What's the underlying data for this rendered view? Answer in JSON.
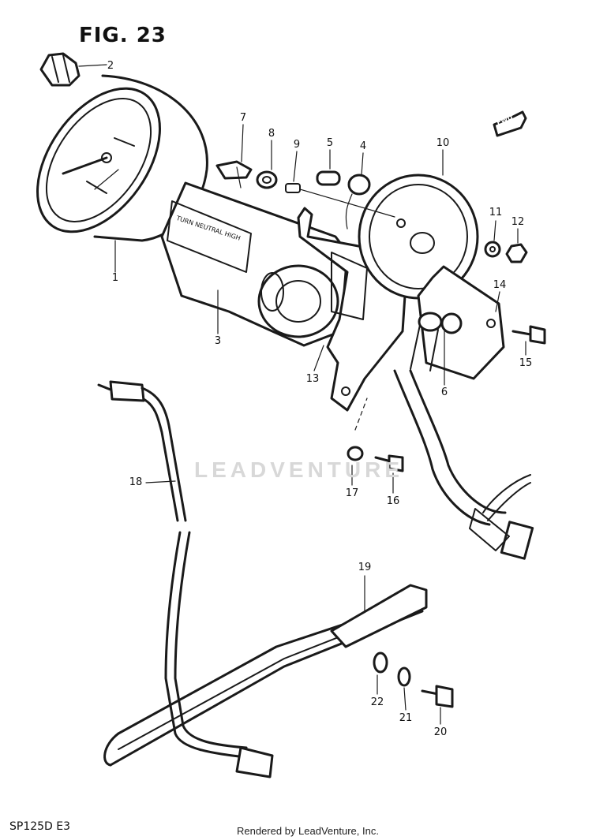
{
  "figure": {
    "title": "FIG. 23"
  },
  "callouts": [
    {
      "id": "1",
      "text": "1"
    },
    {
      "id": "2",
      "text": "2"
    },
    {
      "id": "3",
      "text": "3"
    },
    {
      "id": "4",
      "text": "4"
    },
    {
      "id": "5",
      "text": "5"
    },
    {
      "id": "6",
      "text": "6"
    },
    {
      "id": "7",
      "text": "7"
    },
    {
      "id": "8",
      "text": "8"
    },
    {
      "id": "9",
      "text": "9"
    },
    {
      "id": "10",
      "text": "10"
    },
    {
      "id": "11",
      "text": "11"
    },
    {
      "id": "12",
      "text": "12"
    },
    {
      "id": "13",
      "text": "13"
    },
    {
      "id": "14",
      "text": "14"
    },
    {
      "id": "15",
      "text": "15"
    },
    {
      "id": "16",
      "text": "16"
    },
    {
      "id": "17",
      "text": "17"
    },
    {
      "id": "18",
      "text": "18"
    },
    {
      "id": "19",
      "text": "19"
    },
    {
      "id": "20",
      "text": "20"
    },
    {
      "id": "21",
      "text": "21"
    },
    {
      "id": "22",
      "text": "22"
    }
  ],
  "fwd_label": "FWD",
  "indicator_label": "TURN  NEUTRAL  HIGH",
  "watermark": "LEADVENTURE",
  "footer": {
    "model": "SP125D  E3",
    "credit": "Rendered by LeadVenture, Inc."
  }
}
